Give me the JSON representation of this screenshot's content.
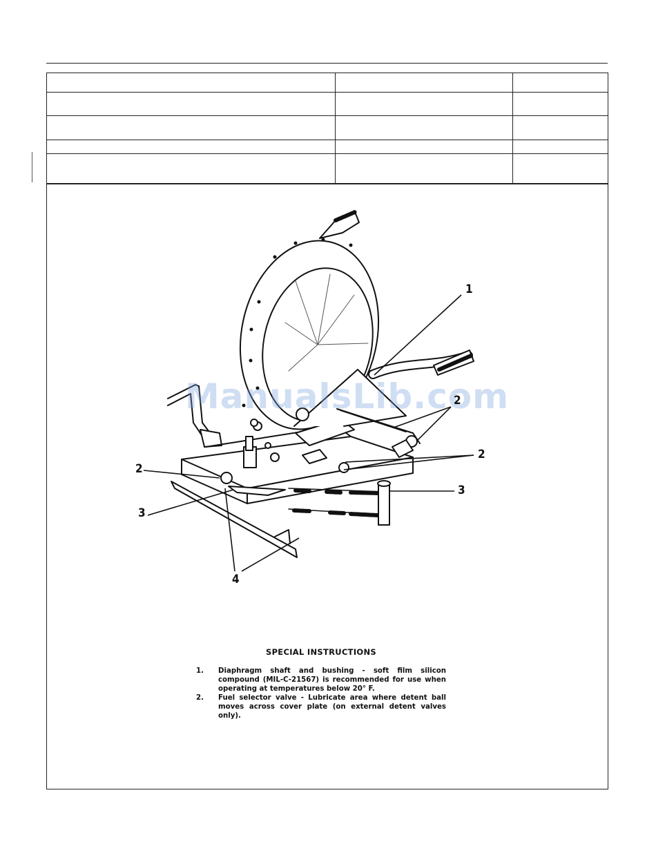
{
  "watermark": "ManualsLib.com",
  "callouts": [
    "1",
    "2",
    "2",
    "2",
    "3",
    "3",
    "4"
  ],
  "special_instructions": {
    "title": "SPECIAL INSTRUCTIONS",
    "items": [
      {
        "number": "1.",
        "text": "Diaphragm shaft and bushing - soft film silicon compound (MIL-C-21567) is recommended for use when operating at temperatures below 20° F."
      },
      {
        "number": "2.",
        "text": "Fuel selector valve - Lubricate area where detent ball moves across cover plate (on external detent valves only)."
      }
    ]
  }
}
